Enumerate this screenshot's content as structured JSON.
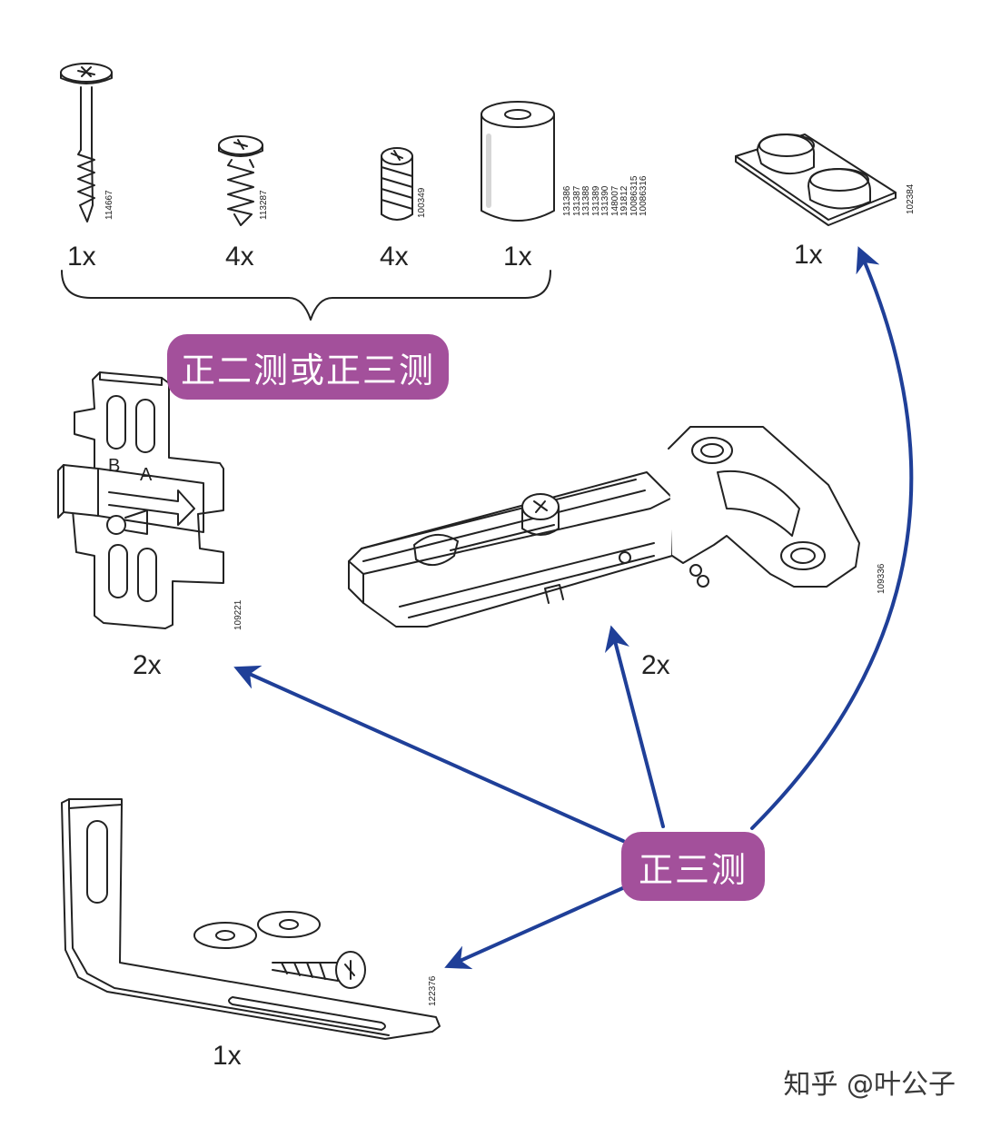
{
  "parts": {
    "screw_long": {
      "qty": "1x",
      "code": "114667"
    },
    "screw_medium": {
      "qty": "4x",
      "code": "113287"
    },
    "screw_short": {
      "qty": "4x",
      "code": "100349"
    },
    "cylinder": {
      "qty": "1x",
      "codes": [
        "131386",
        "131387",
        "131388",
        "131389",
        "131390",
        "148007",
        "191812",
        "10086315",
        "10086316"
      ]
    },
    "bumper_pads": {
      "qty": "1x",
      "code": "102384"
    },
    "mount_plate": {
      "qty": "2x",
      "code": "109221",
      "letters": [
        "B",
        "A"
      ]
    },
    "hinge": {
      "qty": "2x",
      "code": "109336"
    },
    "angle_bracket": {
      "qty": "1x",
      "code": "122376"
    }
  },
  "labels": {
    "top_badge": "正二测或正三测",
    "center_badge": "正三测"
  },
  "watermark": "知乎 @叶公子",
  "colors": {
    "badge": "#a3509b",
    "arrow": "#1f3f98",
    "line": "#222222"
  }
}
